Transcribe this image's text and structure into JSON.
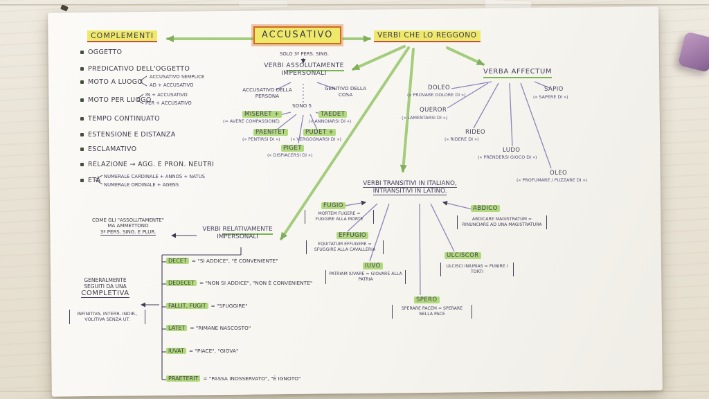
{
  "colors": {
    "ink": "#45415e",
    "ink_dark": "#3d3a48",
    "arrow_green": "#9cc973",
    "line_purple": "#8a84b8",
    "highlight_yellow": "#efe96b",
    "highlight_green": "#b2da7c",
    "underline_red": "#c44d45",
    "box_orange": "#d2691e"
  },
  "header": {
    "left": "COMPLEMENTI",
    "center": "ACCUSATIVO",
    "right": "VERBI CHE LO REGGONO"
  },
  "complements": {
    "items": [
      {
        "label": "OGGETTO"
      },
      {
        "label": "PREDICATIVO DELL'OGGETTO"
      },
      {
        "label": "MOTO A LUOGO",
        "sub1": "ACCUSATIVO SEMPLICE",
        "sub2": "AD + ACCUSATIVO"
      },
      {
        "label": "MOTO PER LUOGO",
        "sub1": "IN + ACCUSATIVO",
        "sub2": "PER + ACCUSATIVO"
      },
      {
        "label": "TEMPO CONTINUATO"
      },
      {
        "label": "ESTENSIONE E DISTANZA"
      },
      {
        "label": "ESCLAMATIVO"
      },
      {
        "label": "RELAZIONE → AGG. E PRON. NEUTRI"
      },
      {
        "label": "ETÀ",
        "sub1": "NUMERALE CARDINALE + ANNOS + NATUS",
        "sub2": "NUMERALE ORDINALE + AGENS"
      }
    ]
  },
  "abs_impersonal": {
    "pre_note": "SOLO 3ª PERS. SING.",
    "title_a": "VERBI",
    "title_b": "ASSOLUTAMENTE",
    "title_c": "IMPERSONALI",
    "child_left": "ACCUSATIVO DELLA PERSONA",
    "child_right": "GENITIVO DELLA COSA",
    "count": "SONO 5",
    "verbs": [
      {
        "name": "MISERET +",
        "gloss": "(= AVERE COMPASSIONE)"
      },
      {
        "name": "TAEDET",
        "gloss": "(« ANNOIARSI DI »)"
      },
      {
        "name": "PAENITET",
        "gloss": "(« PENTIRSI DI »)"
      },
      {
        "name": "PUDET +",
        "gloss": "(« VERGOGNARSI DI »)"
      },
      {
        "name": "PIGET",
        "gloss": "(« DISPIACERSI DI »)"
      }
    ]
  },
  "affectum": {
    "title": "VERBA AFFECTUM",
    "verbs": [
      {
        "name": "DOLEO",
        "gloss": "(« PROVARE DOLORE DI »)"
      },
      {
        "name": "QUEROR",
        "gloss": "(« LAMENTARSI DI »)"
      },
      {
        "name": "RIDEO",
        "gloss": "(« RIDERE DI »)"
      },
      {
        "name": "LUDO",
        "gloss": "(« PRENDERSI GIOCO DI »)"
      },
      {
        "name": "OLEO",
        "gloss": "(« PROFUMARE / PUZZARE DI »)"
      },
      {
        "name": "SAPIO",
        "gloss": "(« SAPERE DI »)"
      }
    ]
  },
  "transitive": {
    "title_line1": "VERBI TRANSITIVI IN ITALIANO,",
    "title_line2": "INTRANSITIVI IN LATINO.",
    "verbs": [
      {
        "name": "FUGIO",
        "example": "MORTEM FUGERE = FUGGIRE ALLA MORTE"
      },
      {
        "name": "EFFUGIO",
        "example": "EQUITATUM EFFUGERE = SFUGGIRE ALLA CAVALLERIA"
      },
      {
        "name": "IUVO",
        "example": "PATRIAM IUVARE = GIOVARE ALLA PATRIA"
      },
      {
        "name": "SPERO",
        "example": "SPERARE PACEM = SPERARE NELLA PACE"
      },
      {
        "name": "ABDICO",
        "example": "ABDICARE MAGISTRATUM = RINUNCIARE AD UNA MAGISTRATURA"
      },
      {
        "name": "ULCISCOR",
        "example": "ULCISCI INIURIAS = PUNIRE I TORTI"
      }
    ]
  },
  "rel_impersonal": {
    "title_a": "VERBI",
    "title_b": "RELATIVAMENTE",
    "title_c": "IMPERSONALI",
    "note_line1": "COME GLI \"ASSOLUTAMENTE\"",
    "note_line2": "MA AMMETTONO",
    "note_line3": "3ª PERS. SING. E PLUR.",
    "side_line1": "GENERALMENTE",
    "side_line2": "SEGUITI DA UNA",
    "side_keyword": "COMPLETIVA",
    "side_bracket": "INFINITIVA, INTERR. INDIR., VOLITIVA SENZA UT.",
    "verbs": [
      {
        "name": "DECET",
        "gloss": "= \"SI ADDICE\", \"È CONVENIENTE\""
      },
      {
        "name": "DEDECET",
        "gloss": "= \"NON SI ADDICE\", \"NON È CONVENIENTE\""
      },
      {
        "name": "FALLIT, FUGIT",
        "gloss": "= \"SFUGGIRE\""
      },
      {
        "name": "LATET",
        "gloss": "= \"RIMANE NASCOSTO\""
      },
      {
        "name": "IUVAT",
        "gloss": "= \"PIACE\", \"GIOVA\""
      },
      {
        "name": "PRAETERIT",
        "gloss": "= \"PASSA INOSSERVATO\", \"È IGNOTO\""
      }
    ]
  }
}
